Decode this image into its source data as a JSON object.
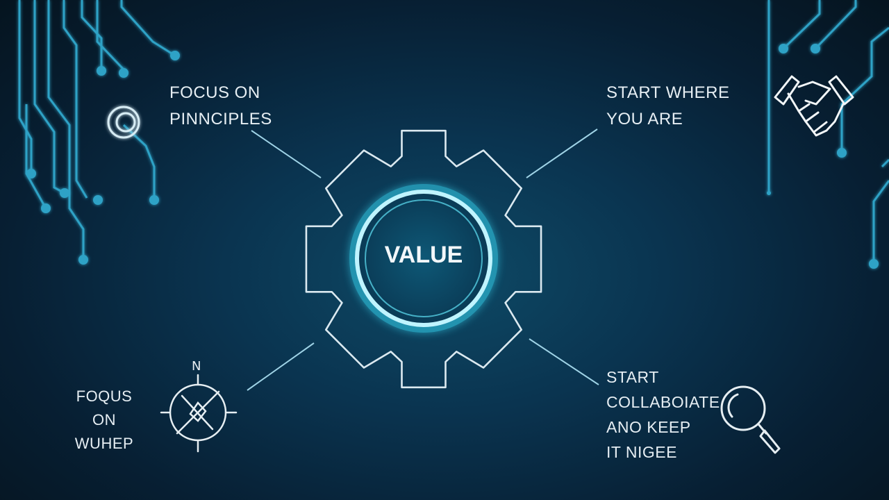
{
  "center": {
    "label": "VALUE"
  },
  "principles": {
    "top_left": "FOCUS ON\nPINNCIPLES",
    "top_right": "START WHERE\nYOU ARE",
    "bottom_left": "FOQUS ON\nWUHEP",
    "bottom_right": "START\nCOLLABOIATE\nANO KEEP\nIT NIGEE"
  },
  "compass": {
    "north_label": "N"
  },
  "colors": {
    "accent_glow": "#35d6f2",
    "line": "#8fd0e6",
    "circuit": "#2fa2c6",
    "background": "#0a3450"
  },
  "icons": [
    "target-icon",
    "handshake-icon",
    "compass-icon",
    "magnifier-icon",
    "gear-icon"
  ]
}
